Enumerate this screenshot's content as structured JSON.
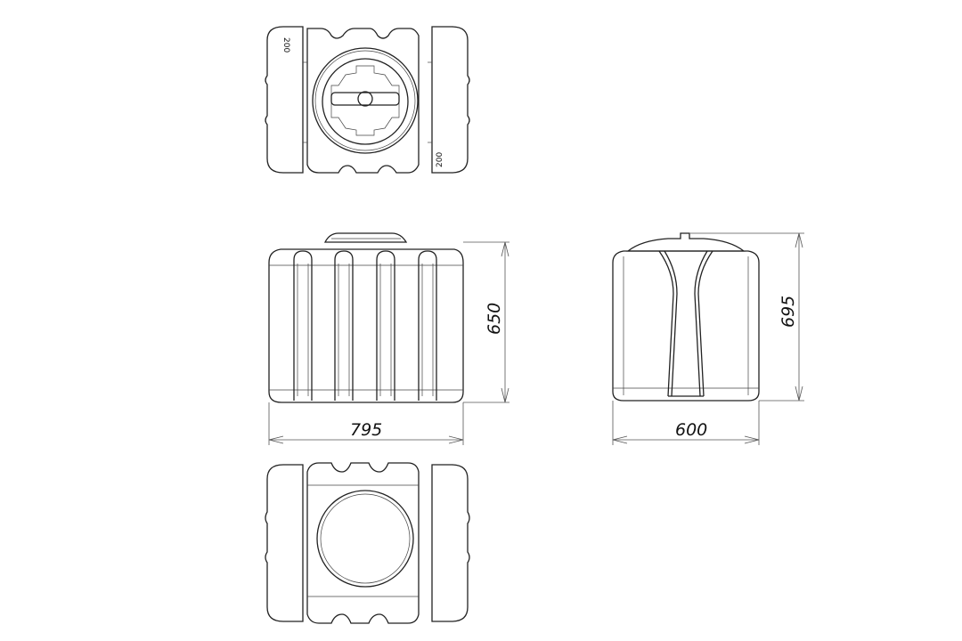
{
  "drawing": {
    "top_view": {
      "labels": [
        "200",
        "200"
      ]
    },
    "front_view": {
      "height_label": "650",
      "width_label": "795"
    },
    "side_view": {
      "height_label": "695",
      "width_label": "600"
    },
    "bottom_view": {}
  }
}
